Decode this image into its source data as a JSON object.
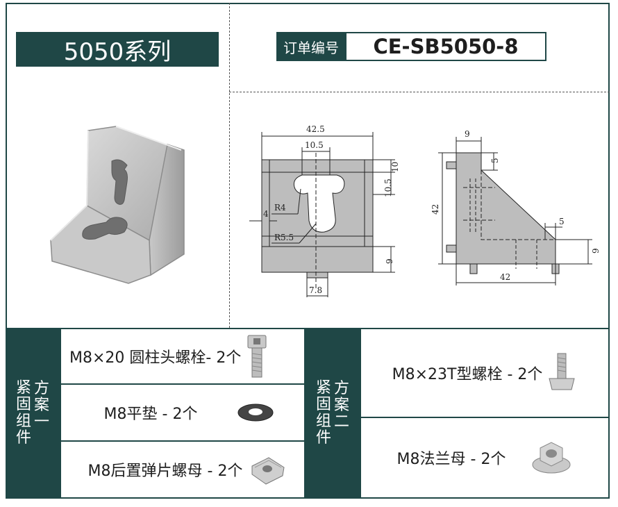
{
  "header": {
    "series_title": "5050系列",
    "order_label": "订单编号",
    "order_value": "CE-SB5050-8"
  },
  "drawing_front": {
    "dim_total_width": "42.5",
    "dim_slot_width": "10.5",
    "dim_top": "10",
    "dim_slot_height": "10.5",
    "dim_left": "4",
    "dim_bottom_height": "9",
    "dim_tab_width": "7.8",
    "radius_small": "R4",
    "radius_large": "R5.5"
  },
  "drawing_side": {
    "dim_top_width": "9",
    "dim_top_step": "5",
    "dim_height": "42",
    "dim_right_step": "5",
    "dim_right_height": "9",
    "dim_width": "42"
  },
  "plan1": {
    "tab_chars_a": [
      "紧",
      "固",
      "组",
      "件"
    ],
    "tab_chars_b": [
      "方",
      "案",
      "一"
    ],
    "items": [
      {
        "label": "M8×20 圆柱头螺栓- 2个"
      },
      {
        "label": "M8平垫 - 2个"
      },
      {
        "label": "M8后置弹片螺母 - 2个"
      }
    ]
  },
  "plan2": {
    "tab_chars_a": [
      "紧",
      "固",
      "组",
      "件"
    ],
    "tab_chars_b": [
      "方",
      "案",
      "二"
    ],
    "items": [
      {
        "label": "M8×23T型螺栓 - 2个"
      },
      {
        "label": "M8法兰母 - 2个"
      }
    ]
  },
  "colors": {
    "brand_dark_teal": "#1f4746",
    "part_gray": "#b7b7b7",
    "background": "#ffffff"
  }
}
